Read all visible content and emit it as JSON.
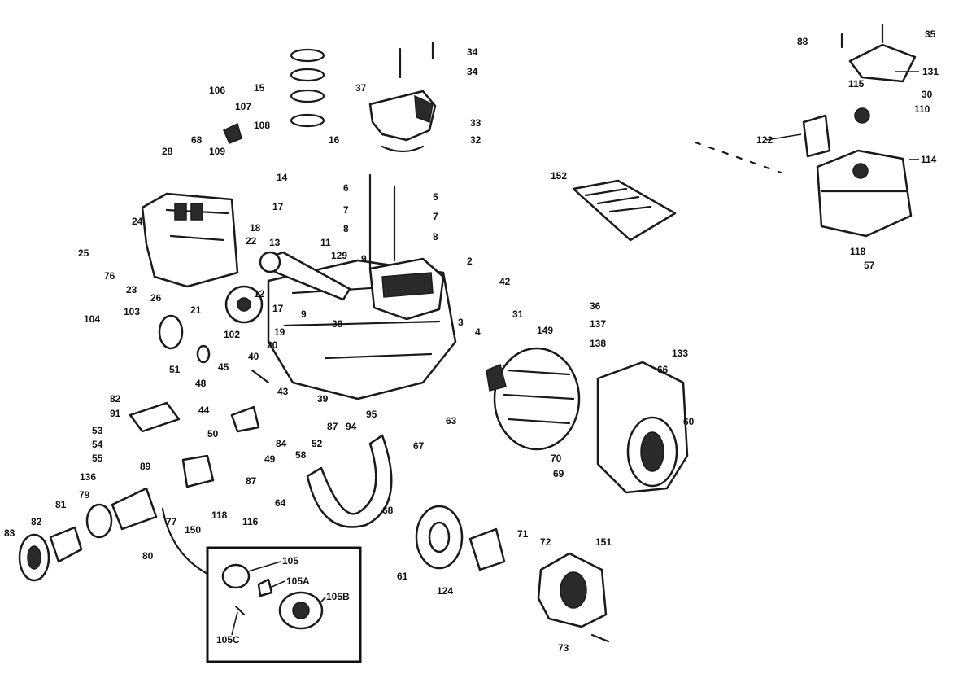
{
  "diagram": {
    "labels": [
      "34",
      "34",
      "35",
      "88",
      "131",
      "115",
      "30",
      "110",
      "37",
      "33",
      "32",
      "106",
      "15",
      "107",
      "108",
      "68",
      "109",
      "16",
      "14",
      "28",
      "122",
      "114",
      "152",
      "118",
      "57",
      "6",
      "5",
      "7",
      "7",
      "8",
      "8",
      "9",
      "2",
      "42",
      "17",
      "18",
      "22",
      "13",
      "11",
      "129",
      "24",
      "25",
      "76",
      "23",
      "26",
      "21",
      "12",
      "17",
      "102",
      "104",
      "103",
      "9",
      "19",
      "20",
      "38",
      "3",
      "4",
      "31",
      "149",
      "36",
      "137",
      "138",
      "133",
      "66",
      "60",
      "45",
      "40",
      "48",
      "44",
      "43",
      "39",
      "82",
      "91",
      "51",
      "53",
      "54",
      "55",
      "136",
      "50",
      "84",
      "52",
      "87",
      "94",
      "95",
      "63",
      "67",
      "58",
      "49",
      "89",
      "87",
      "70",
      "69",
      "64",
      "118",
      "116",
      "150",
      "77",
      "79",
      "81",
      "82",
      "83",
      "80",
      "68",
      "61",
      "124",
      "71",
      "72",
      "151",
      "73",
      "105",
      "105A",
      "105B",
      "105C"
    ]
  },
  "theme": {
    "ink": "#111111",
    "paper": "#ffffff"
  }
}
